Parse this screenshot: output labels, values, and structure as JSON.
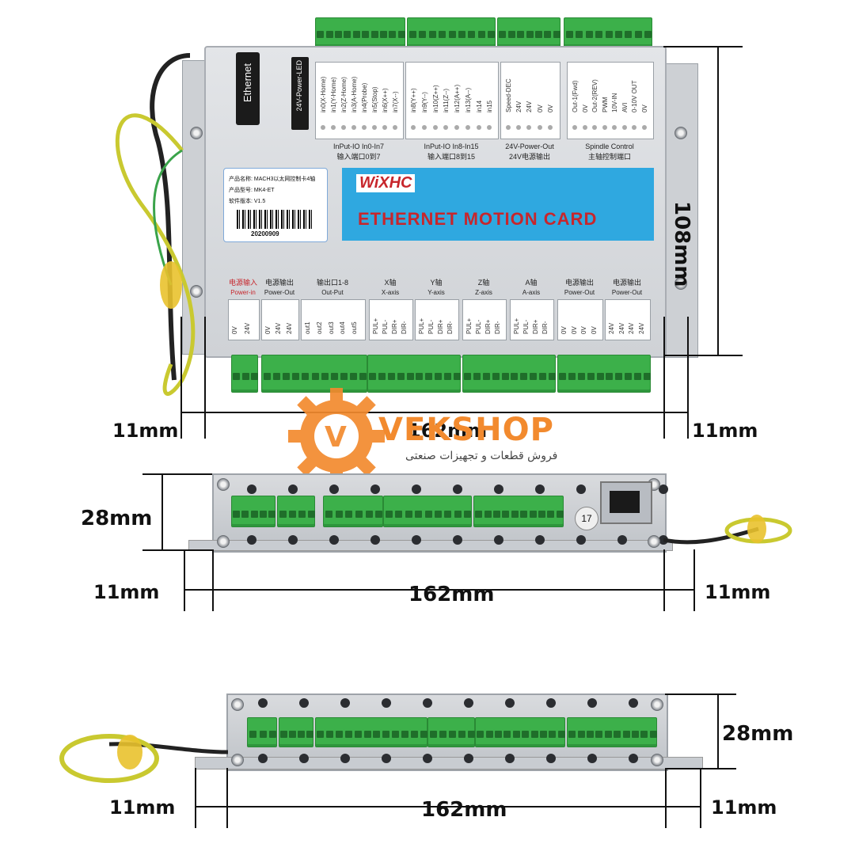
{
  "top_view": {
    "ethernet_label": "Ethernet",
    "power_led_label": "24V-Power-LED",
    "input_pins_a": [
      "in0(X-Home)",
      "in1(Y-Home)",
      "in2(Z-Home)",
      "in3(A-Home)",
      "in4(Probe)",
      "in5(Stop)",
      "in6(X++)",
      "in7(X--)"
    ],
    "input_pins_b": [
      "in8(Y++)",
      "in9(Y--)",
      "in10(Z++)",
      "in11(Z--)",
      "in12(A++)",
      "in13(A--)",
      "in14",
      "in15"
    ],
    "power_out_pins": [
      "Speed-DEC",
      "24V",
      "24V",
      "0V",
      "0V"
    ],
    "spindle_pins": [
      "Out-1(Fwd)",
      "0V",
      "Out-2(REV)",
      "PWM",
      "10V-IN",
      "AVI",
      "0-10V OUT",
      "0V"
    ],
    "group_labels": {
      "input_a": "InPut-IO  In0-In7",
      "input_a_cn": "输入端口0到7",
      "input_b": "InPut-IO  In8-In15",
      "input_b_cn": "输入端口8到15",
      "power_out": "24V-Power-Out",
      "power_out_cn": "24V电源输出",
      "spindle": "Spindle Control",
      "spindle_cn": "主轴控制端口"
    },
    "sticker": {
      "row1": "产品名称: MACH3以太网控制卡4轴",
      "row2": "产品型号: MK4-ET",
      "row3": "软件版本: V1.5",
      "barcode_number": "20200909"
    },
    "brand": "WiXHC",
    "banner_title": "ETHERNET MOTION CARD",
    "bottom_groups": [
      {
        "cn": "电源输入",
        "en": "Power-in",
        "pins": [
          "0V",
          "24V"
        ]
      },
      {
        "cn": "电源输出",
        "en": "Power-Out",
        "pins": [
          "0V",
          "24V",
          "24V"
        ]
      },
      {
        "cn": "输出口1-8",
        "en": "Out-Put",
        "pins": [
          "out1",
          "out2",
          "out3",
          "out4",
          "out5"
        ]
      },
      {
        "cn": "X轴",
        "en": "X-axis",
        "pins": [
          "PUL+",
          "PUL-",
          "DIR+",
          "DIR-"
        ]
      },
      {
        "cn": "Y轴",
        "en": "Y-axis",
        "pins": [
          "PUL+",
          "PUL-",
          "DIR+",
          "DIR-"
        ]
      },
      {
        "cn": "Z轴",
        "en": "Z-axis",
        "pins": [
          "PUL+",
          "PUL-",
          "DIR+",
          "DIR-"
        ]
      },
      {
        "cn": "A轴",
        "en": "A-axis",
        "pins": [
          "PUL+",
          "PUL-",
          "DIR+",
          "DIR-"
        ]
      },
      {
        "cn": "电源输出",
        "en": "Power-Out",
        "pins": [
          "0V",
          "0V",
          "0V",
          "0V"
        ]
      },
      {
        "cn": "电源输出",
        "en": "Power-Out",
        "pins": [
          "24V",
          "24V",
          "24V",
          "24V"
        ]
      }
    ]
  },
  "dimensions": {
    "height_top": "108mm",
    "width": "162mm",
    "margin": "11mm",
    "depth": "28mm"
  },
  "watermark": {
    "brand": "VEKSHOP",
    "tagline": "فروش قطعات و تجهیزات صنعتی"
  },
  "front_sticker": "17"
}
